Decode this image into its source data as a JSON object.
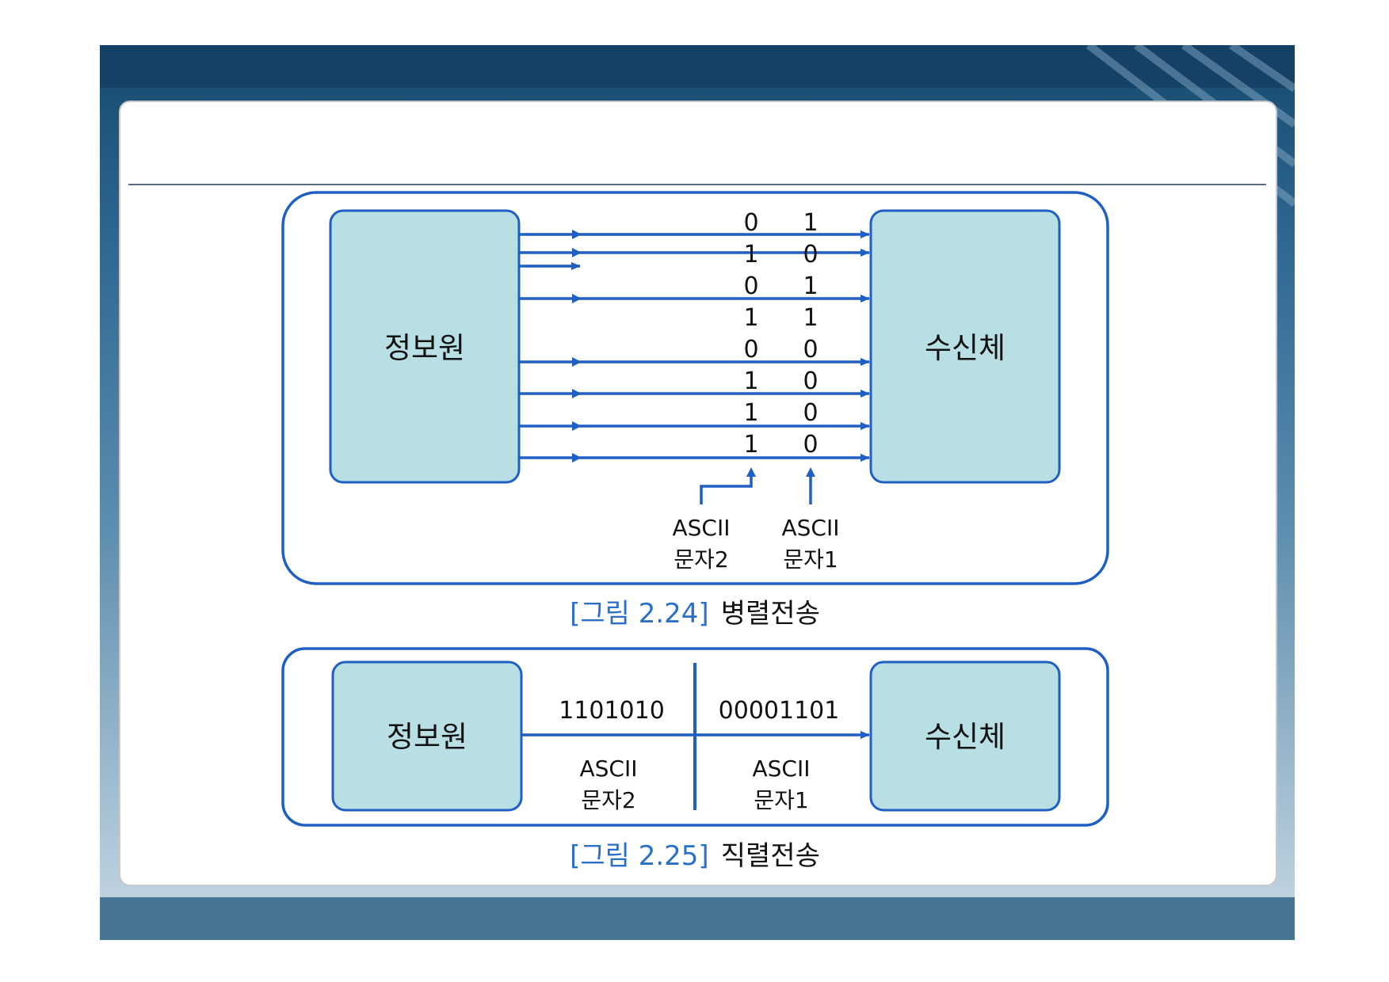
{
  "figure1": {
    "source_label": "정보원",
    "receiver_label": "수신체",
    "bit_rows": [
      {
        "char2": "0",
        "char1": "1"
      },
      {
        "char2": "1",
        "char1": "0"
      },
      {
        "char2": "0",
        "char1": "1"
      },
      {
        "char2": "1",
        "char1": "1"
      },
      {
        "char2": "0",
        "char1": "0"
      },
      {
        "char2": "1",
        "char1": "0"
      },
      {
        "char2": "1",
        "char1": "0"
      },
      {
        "char2": "1",
        "char1": "0"
      }
    ],
    "char2_label": {
      "line1": "ASCII",
      "line2": "문자2"
    },
    "char1_label": {
      "line1": "ASCII",
      "line2": "문자1"
    },
    "caption_ref": "[그림 2.24]",
    "caption_text": "병렬전송"
  },
  "figure2": {
    "source_label": "정보원",
    "receiver_label": "수신체",
    "bits_char2": "1101010",
    "bits_char1": "00001101",
    "char2_label": {
      "line1": "ASCII",
      "line2": "문자2"
    },
    "char1_label": {
      "line1": "ASCII",
      "line2": "문자1"
    },
    "caption_ref": "[그림 2.25]",
    "caption_text": "직렬전송"
  },
  "colors": {
    "line": "#1f5fc4",
    "box_fill": "#b8dfe4",
    "box_stroke": "#1f5fc4",
    "caption_ref": "#2a6fc8"
  }
}
